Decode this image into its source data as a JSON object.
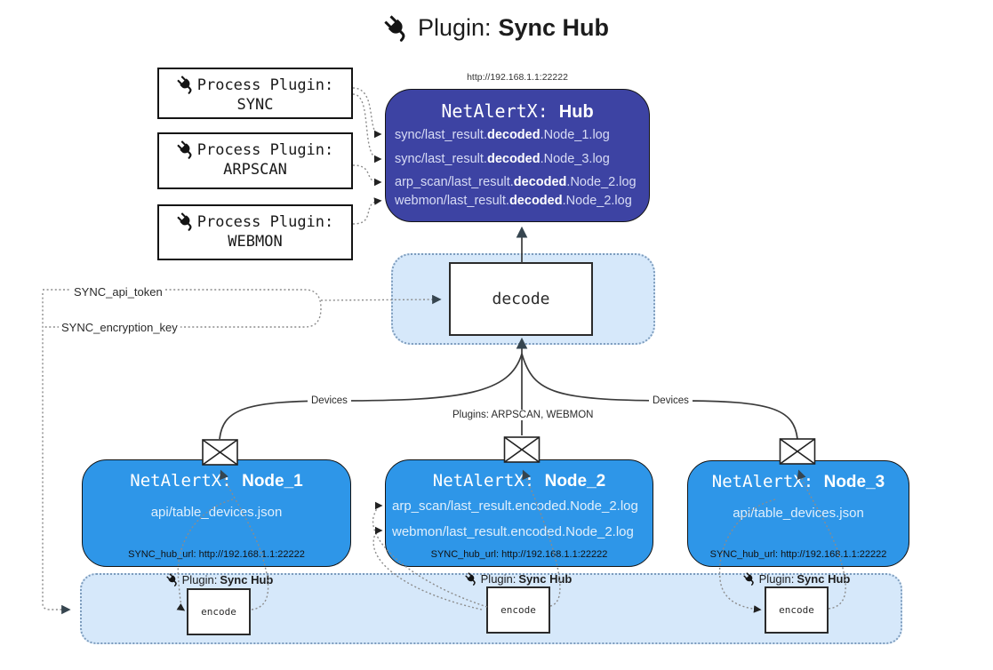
{
  "title": {
    "prefix": "Plugin:",
    "name": "Sync Hub"
  },
  "process_plugins": [
    {
      "label": "Process Plugin:",
      "name": "SYNC"
    },
    {
      "label": "Process Plugin:",
      "name": "ARPSCAN"
    },
    {
      "label": "Process Plugin:",
      "name": "WEBMON"
    }
  ],
  "hub": {
    "url": "http://192.168.1.1:22222",
    "title_prefix": "NetAlertX: ",
    "title_name": "Hub",
    "logs": [
      {
        "pre": "sync/last_result.",
        "bold": "decoded",
        "post": ".Node_1.log"
      },
      {
        "pre": "sync/last_result.",
        "bold": "decoded",
        "post": ".Node_3.log"
      },
      {
        "pre": "arp_scan/last_result.",
        "bold": "decoded",
        "post": ".Node_2.log"
      },
      {
        "pre": "webmon/last_result.",
        "bold": "decoded",
        "post": ".Node_2.log"
      }
    ]
  },
  "decode": {
    "label": "decode"
  },
  "edge_labels": {
    "api_token": "SYNC_api_token",
    "encryption_key": "SYNC_encryption_key",
    "devices_left": "Devices",
    "devices_right": "Devices",
    "plugins": "Plugins: ARPSCAN, WEBMON"
  },
  "nodes": [
    {
      "title_prefix": "NetAlertX: ",
      "title_name": "Node_1",
      "lines": [
        "api/table_devices.json"
      ],
      "hub_url": "SYNC_hub_url: http://192.168.1.1:22222"
    },
    {
      "title_prefix": "NetAlertX: ",
      "title_name": "Node_2",
      "lines": [
        "arp_scan/last_result.encoded.Node_2.log",
        "webmon/last_result.encoded.Node_2.log"
      ],
      "hub_url": "SYNC_hub_url: http://192.168.1.1:22222"
    },
    {
      "title_prefix": "NetAlertX: ",
      "title_name": "Node_3",
      "lines": [
        "api/table_devices.json"
      ],
      "hub_url": "SYNC_hub_url: http://192.168.1.1:22222"
    }
  ],
  "encoders": [
    {
      "label": "encode",
      "plugin_prefix": "Plugin:",
      "plugin_name": "Sync Hub"
    },
    {
      "label": "encode",
      "plugin_prefix": "Plugin:",
      "plugin_name": "Sync Hub"
    },
    {
      "label": "encode",
      "plugin_prefix": "Plugin:",
      "plugin_name": "Sync Hub"
    }
  ],
  "icons": {
    "plug": "plug-icon",
    "envelope": "envelope-icon"
  },
  "colors": {
    "hub_fill": "#3d43a3",
    "node_fill": "#2e96e8",
    "container_fill": "#d6e8fa",
    "container_border": "#7d9cbd",
    "arrow_dark": "#36454f",
    "wire_gray": "#8c8c8c"
  }
}
